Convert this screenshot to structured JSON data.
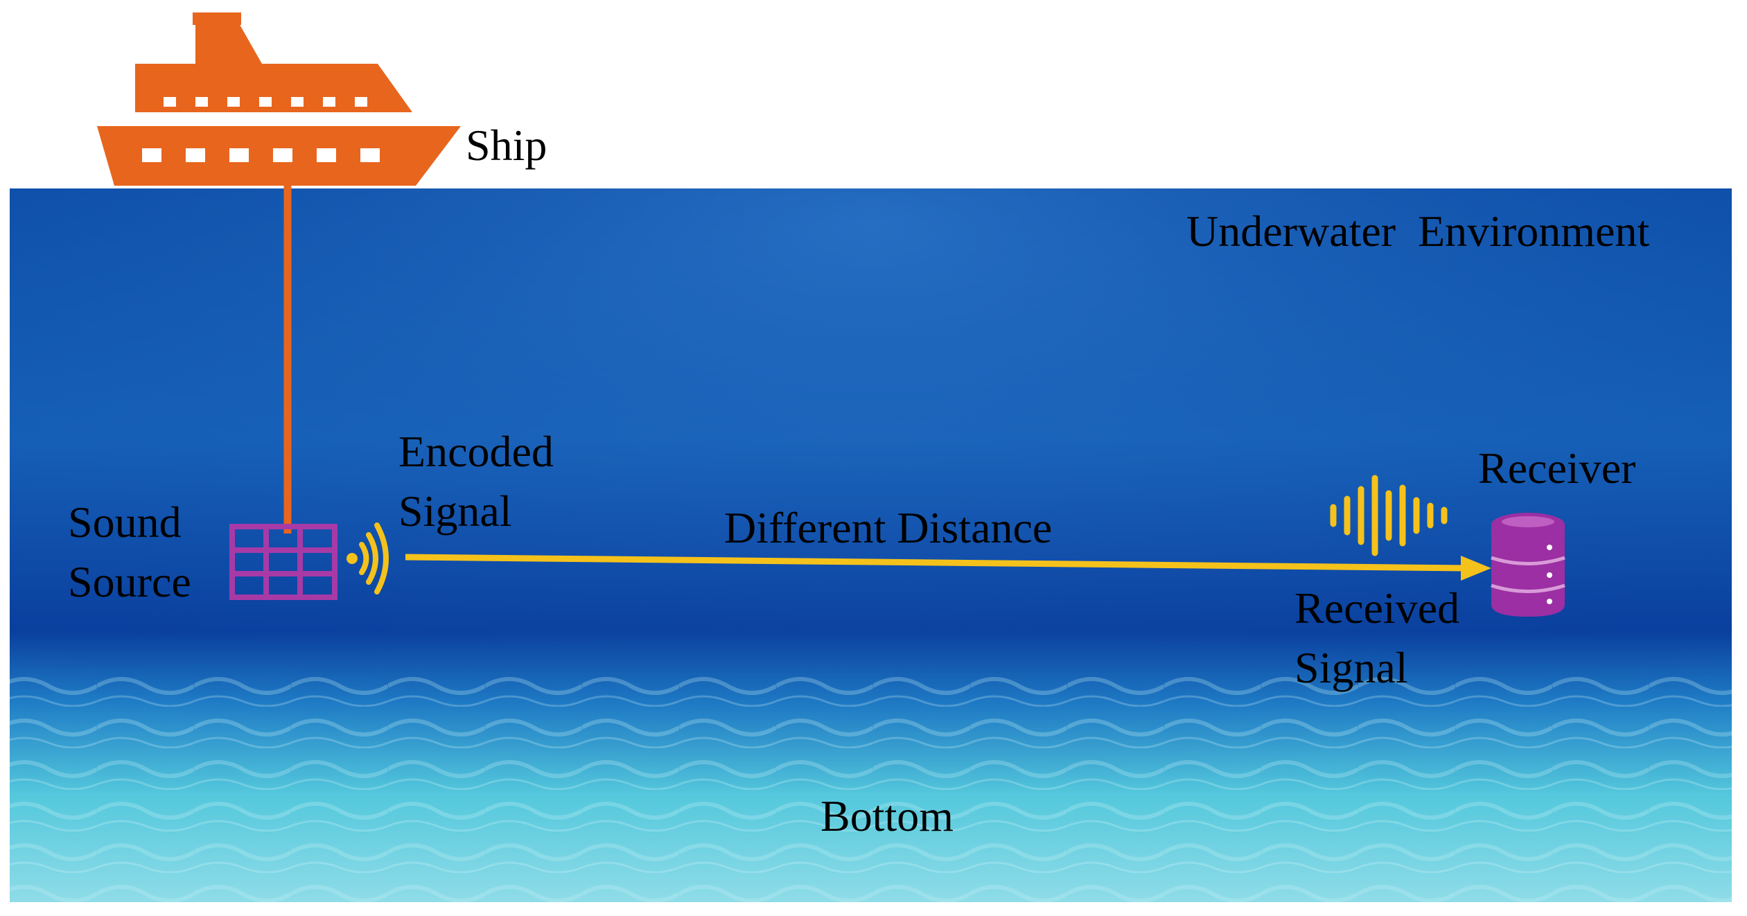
{
  "labels": {
    "ship": "Ship",
    "environment": "Underwater  Environment",
    "sound_source_line1": "Sound",
    "sound_source_line2": "Source",
    "encoded_line1": "Encoded",
    "encoded_line2": "Signal",
    "distance": "Different Distance",
    "receiver": "Receiver",
    "received_line1": "Received",
    "received_line2": "Signal",
    "bottom": "Bottom"
  },
  "colors": {
    "ship": "#e8651e",
    "cable": "#e8651e",
    "signal": "#f5c21b",
    "source": "#a73aa6",
    "receiver": "#9b2fa3",
    "water_deep": "#0a3f9e",
    "water_mid": "#1d73c4",
    "water_floor": "#54c8dc",
    "water_floor_light": "#a8e6ef"
  },
  "icons": [
    "ship-icon",
    "sound-source-icon",
    "broadcast-waves-icon",
    "waveform-icon",
    "receiver-database-icon"
  ]
}
